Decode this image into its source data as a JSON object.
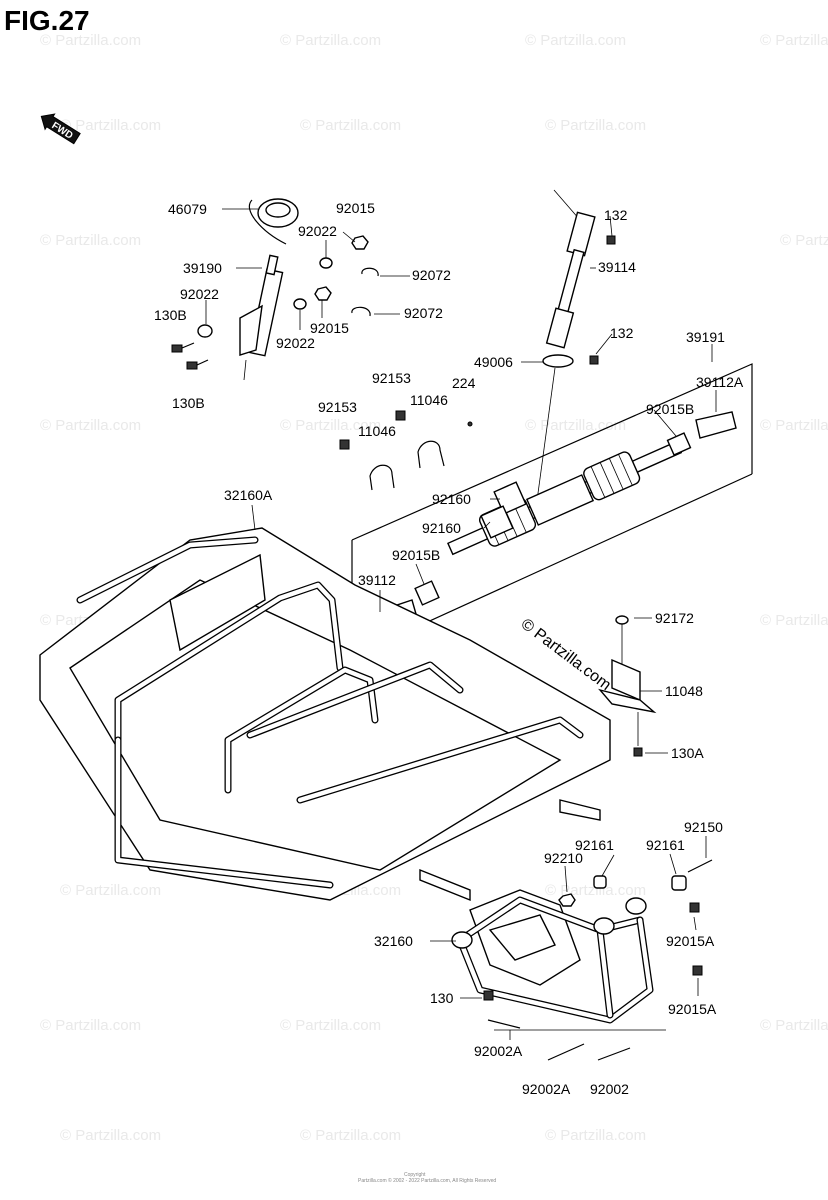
{
  "figure": {
    "title": "FIG.27",
    "direction_badge": "FWD"
  },
  "watermark": {
    "text": "© Partzilla.com"
  },
  "copyright": {
    "line1": "Copyright",
    "line2": "Partzilla.com © 2002 - 2022 Partzilla.com, All Rights Reserved"
  },
  "callouts": [
    "46079",
    "92015",
    "92022",
    "39190",
    "92072",
    "92022",
    "92072",
    "130B",
    "92015",
    "92022",
    "130B",
    "132",
    "39114",
    "132",
    "39191",
    "49006",
    "92153",
    "224",
    "39112A",
    "11046",
    "92153",
    "92015B",
    "11046",
    "32160A",
    "92160",
    "92160",
    "92015B",
    "39112",
    "92172",
    "11048",
    "130A",
    "92150",
    "92161",
    "92210",
    "92161",
    "32160",
    "92015A",
    "130",
    "92015A",
    "92002A",
    "92002A",
    "92002"
  ]
}
